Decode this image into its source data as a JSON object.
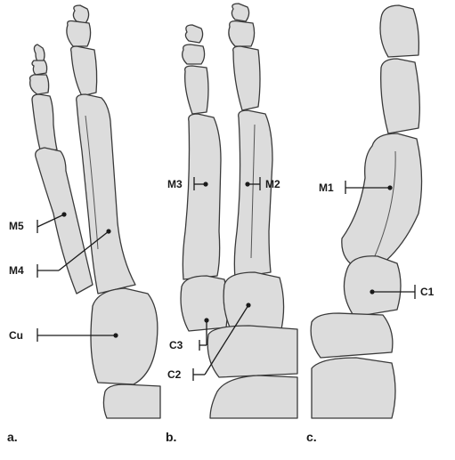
{
  "panels": [
    {
      "label": "a.",
      "markers": [
        {
          "text": "M5"
        },
        {
          "text": "M4"
        },
        {
          "text": "Cu"
        }
      ]
    },
    {
      "label": "b.",
      "markers": [
        {
          "text": "M3"
        },
        {
          "text": "M2"
        },
        {
          "text": "C3"
        },
        {
          "text": "C2"
        }
      ]
    },
    {
      "label": "c.",
      "markers": [
        {
          "text": "M1"
        },
        {
          "text": "C1"
        }
      ]
    }
  ],
  "colors": {
    "bone": "#dcdcdc",
    "outline": "#3a3a3a",
    "line": "#1a1a1a"
  }
}
